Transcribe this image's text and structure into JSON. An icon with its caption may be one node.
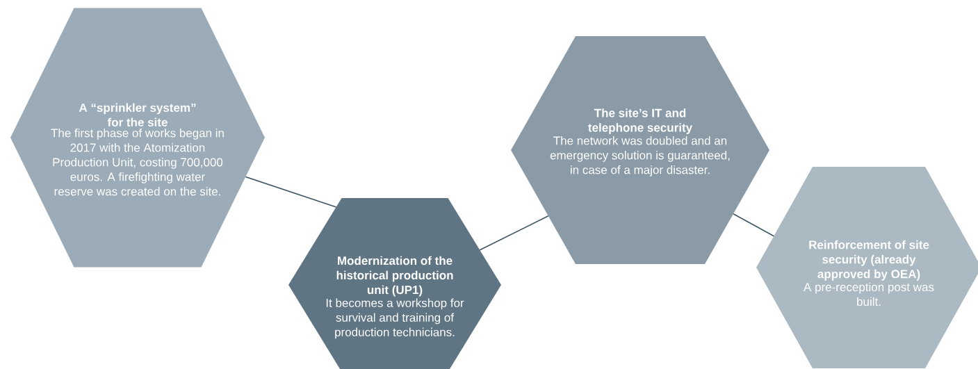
{
  "diagram": {
    "nodes": [
      {
        "text": [
          "A “sprinkler system” for the site",
          "The first phase of works began in 2017 with the Atomization Production Unit, costing 700,000 euros. A firefighting water reserve was created on the site."
        ]
      },
      {
        "text": [
          "Modernization of the historical production unit (UP1)",
          "It becomes a workshop for survival and training of production technicians."
        ]
      },
      {
        "text": [
          "The site’s IT and telephone security",
          "The network was doubled and an emergency solution is guaranteed, in case of a major disaster."
        ]
      },
      {
        "text": [
          "Reinforcement of site security (already approved by OEA)",
          "A pre-reception post was built."
        ]
      }
    ],
    "edges": [
      {
        "from": 0,
        "to": 1,
        "arrow": "none"
      },
      {
        "from": 1,
        "to": 2,
        "arrow": "none"
      },
      {
        "from": 2,
        "to": 3,
        "arrow": "none"
      }
    ]
  }
}
